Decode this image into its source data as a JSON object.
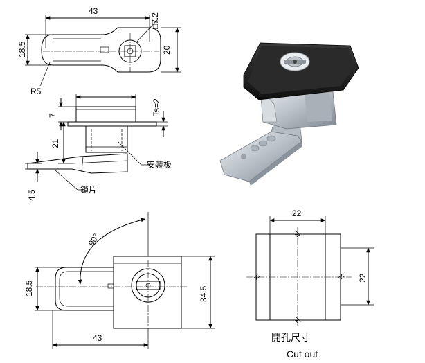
{
  "top_view": {
    "dim_width": "43",
    "dim_height_left": "18.5",
    "dim_height_right": "20",
    "dim_square_key": "□7.2",
    "dim_radius": "R5"
  },
  "side_view": {
    "dim_top": "7",
    "dim_height": "21",
    "dim_thickness": "Ts=2",
    "dim_tongue": "4.5",
    "label_panel": "安裝板",
    "label_tongue": "鎖片"
  },
  "front_view": {
    "dim_rotation": "90°",
    "dim_height_left": "18.5",
    "dim_height_right": "34.5",
    "dim_width": "43"
  },
  "cutout": {
    "dim_width": "22",
    "dim_height": "22",
    "label_cn": "開孔尺寸",
    "label_en": "Cut out"
  },
  "colors": {
    "lock_body": "#1f1f1f",
    "metal": "#c9ced3",
    "line": "#000000"
  }
}
